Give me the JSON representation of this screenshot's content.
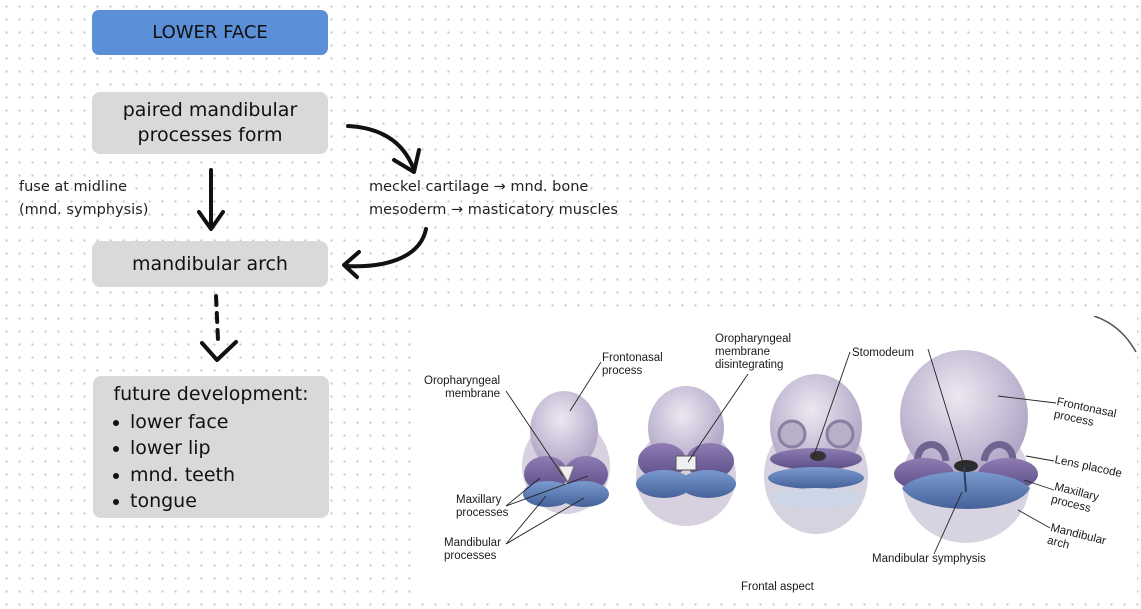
{
  "title": "LOWER FACE",
  "steps": {
    "step1": [
      "paired mandibular",
      "processes form"
    ],
    "step2": "mandibular arch",
    "step3_heading": "future development:",
    "step3_items": [
      "lower face",
      "lower lip",
      "mnd. teeth",
      "tongue"
    ]
  },
  "notes": {
    "left": [
      "fuse at midline",
      "(mnd. symphysis)"
    ],
    "right": [
      "meckel cartilage → mnd. bone",
      "mesoderm → masticatory muscles"
    ]
  },
  "figure": {
    "labels": {
      "oropharyngeal_membrane": [
        "Oropharyngeal",
        "membrane"
      ],
      "frontonasal_process_1": [
        "Frontonasal",
        "process"
      ],
      "oropharyngeal_disintegrating": [
        "Oropharyngeal",
        "membrane",
        "disintegrating"
      ],
      "stomodeum": "Stomodeum",
      "frontonasal_process_2": [
        "Frontonasal",
        "process"
      ],
      "lens_placode": "Lens placode",
      "maxillary_process": [
        "Maxillary",
        "process"
      ],
      "mandibular_arch": [
        "Mandibular",
        "arch"
      ],
      "maxillary_processes": [
        "Maxillary",
        "processes"
      ],
      "mandibular_processes": [
        "Mandibular",
        "processes"
      ],
      "mandibular_symphysis": "Mandibular symphysis",
      "caption": "Frontal aspect"
    },
    "colors": {
      "head": "#cfc6d9",
      "maxillary": "#7d6aa2",
      "mandibular": "#5f7fb4"
    }
  }
}
